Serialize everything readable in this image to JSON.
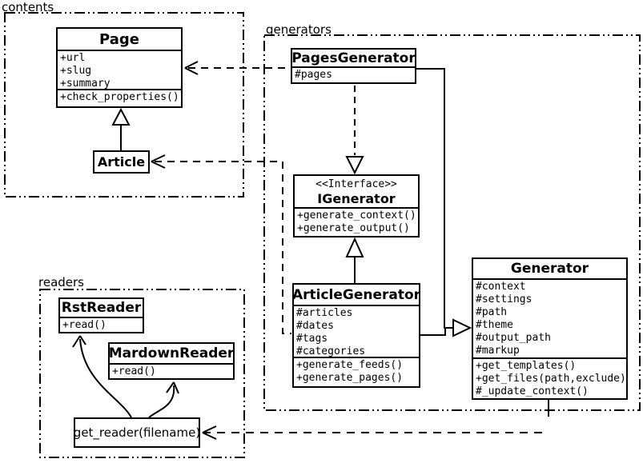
{
  "packages": {
    "contents": {
      "label": "contents"
    },
    "generators": {
      "label": "generators"
    },
    "readers": {
      "label": "readers"
    }
  },
  "classes": {
    "page": {
      "name": "Page",
      "attributes": [
        "+url",
        "+slug",
        "+summary"
      ],
      "methods": [
        "+check_properties()"
      ]
    },
    "article": {
      "name": "Article"
    },
    "pages_generator": {
      "name": "PagesGenerator",
      "attributes": [
        "#pages"
      ]
    },
    "igenerator": {
      "stereotype": "<<Interface>>",
      "name": "IGenerator",
      "methods": [
        "+generate_context()",
        "+generate_output()"
      ]
    },
    "article_generator": {
      "name": "ArticleGenerator",
      "attributes": [
        "#articles",
        "#dates",
        "#tags",
        "#categories"
      ],
      "methods": [
        "+generate_feeds()",
        "+generate_pages()"
      ]
    },
    "generator": {
      "name": "Generator",
      "attributes": [
        "#context",
        "#settings",
        "#path",
        "#theme",
        "#output_path",
        "#markup"
      ],
      "methods": [
        "+get_templates()",
        "+get_files(path,exclude)",
        "#_update_context()"
      ]
    },
    "rst_reader": {
      "name": "RstReader",
      "methods": [
        "+read()"
      ]
    },
    "markdown_reader": {
      "name": "MardownReader",
      "methods": [
        "+read()"
      ]
    },
    "get_reader": {
      "label": "get_reader(filename)"
    }
  },
  "colors": {
    "line": "#000000",
    "background": "#ffffff"
  }
}
